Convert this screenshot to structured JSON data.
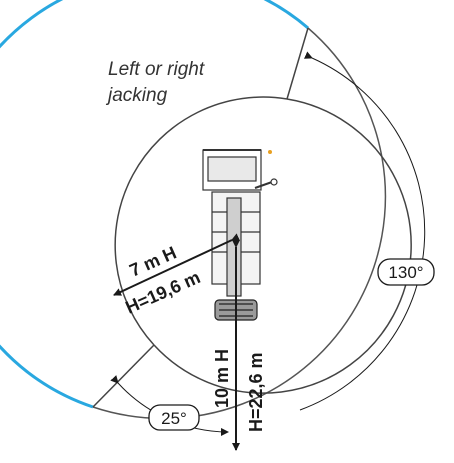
{
  "labels": {
    "jacking_line1": "Left or right",
    "jacking_line2": "jacking",
    "angle_right": "130°",
    "angle_bottom": "25°",
    "reach_left_top": "7 m H",
    "reach_left_bottom": "H=19,6 m",
    "reach_down_top": "10 m H",
    "reach_down_bottom": "H=22,6 m"
  },
  "colors": {
    "outer_arc_highlight": "#29a8e0",
    "line": "#1a1a1a",
    "ring_grey": "#333333",
    "background": "#ffffff"
  }
}
